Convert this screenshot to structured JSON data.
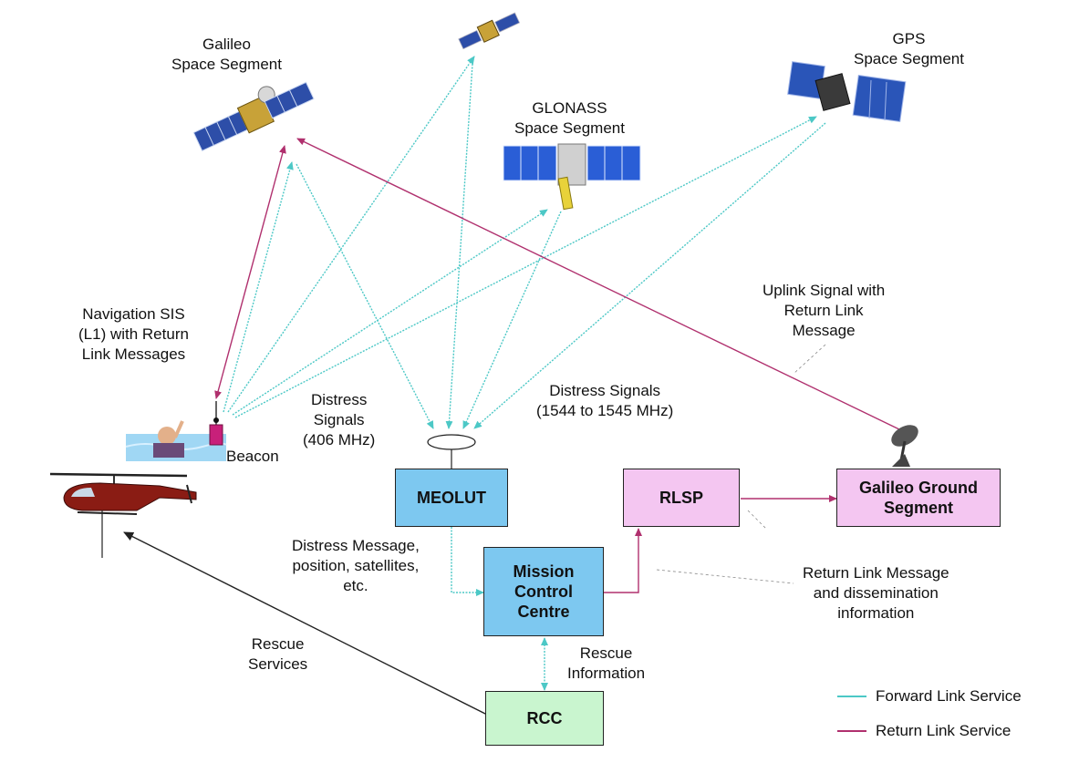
{
  "colors": {
    "forward": "#4cc8c6",
    "return": "#b0306e",
    "black": "#222222"
  },
  "labels": {
    "galileo_space": [
      "Galileo",
      "Space Segment"
    ],
    "glonass_space": [
      "GLONASS",
      "Space Segment"
    ],
    "gps_space": [
      "GPS",
      "Space Segment"
    ],
    "navigation_sis": [
      "Navigation SIS",
      "(L1) with Return",
      "Link Messages"
    ],
    "uplink_signal": [
      "Uplink Signal with",
      "Return Link",
      "Message"
    ],
    "distress_406": [
      "Distress",
      "Signals",
      "(406 MHz)"
    ],
    "distress_1544": [
      "Distress Signals",
      "(1544 to 1545 MHz)"
    ],
    "beacon": "Beacon",
    "distress_message": [
      "Distress Message,",
      "position, satellites,",
      "etc."
    ],
    "return_link_message": [
      "Return Link Message",
      "and dissemination",
      "information"
    ],
    "rescue_information": [
      "Rescue",
      "Information"
    ],
    "rescue_services": [
      "Rescue",
      "Services"
    ]
  },
  "boxes": {
    "meolut": [
      "MEOLUT"
    ],
    "rlsp": [
      "RLSP"
    ],
    "galileo_ground": [
      "Galileo Ground",
      "Segment"
    ],
    "mcc": [
      "Mission",
      "Control",
      "Centre"
    ],
    "rcc": [
      "RCC"
    ]
  },
  "legend": {
    "forward": "Forward Link Service",
    "return": "Return Link Service"
  }
}
